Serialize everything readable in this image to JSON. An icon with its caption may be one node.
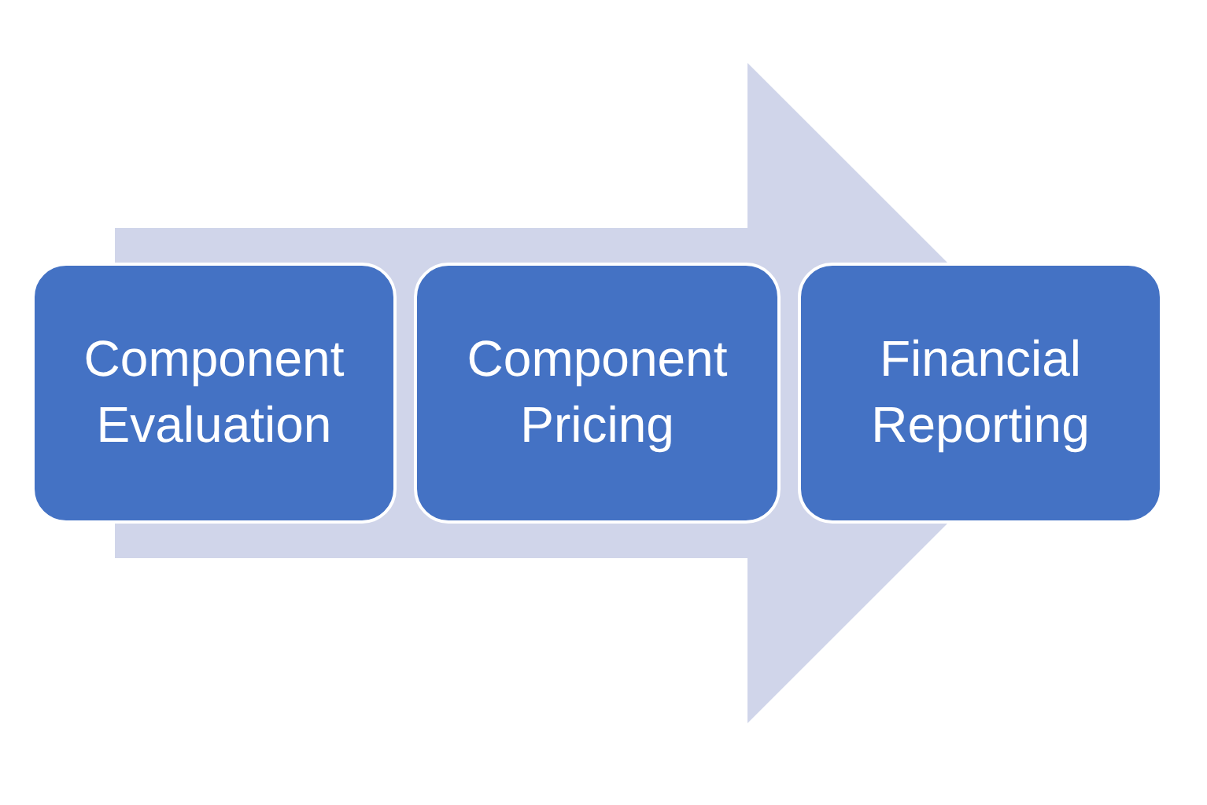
{
  "diagram": {
    "nodes": [
      {
        "text": [
          "Component Evaluation"
        ]
      },
      {
        "text": [
          "Component Pricing"
        ]
      },
      {
        "text": [
          "Financial Reporting"
        ]
      }
    ],
    "edges": [
      {
        "from": 0,
        "to": 2,
        "arrow": "to"
      }
    ]
  }
}
